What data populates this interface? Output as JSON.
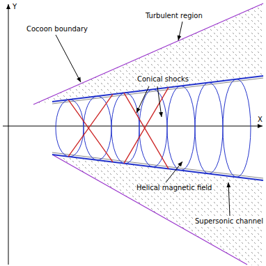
{
  "diagram": {
    "labels": [
      "Y",
      "X",
      "Cocoon boundary",
      "Turbulent region",
      "Conical shocks",
      "Helical magnetic field",
      "Supersonic channel"
    ]
  }
}
